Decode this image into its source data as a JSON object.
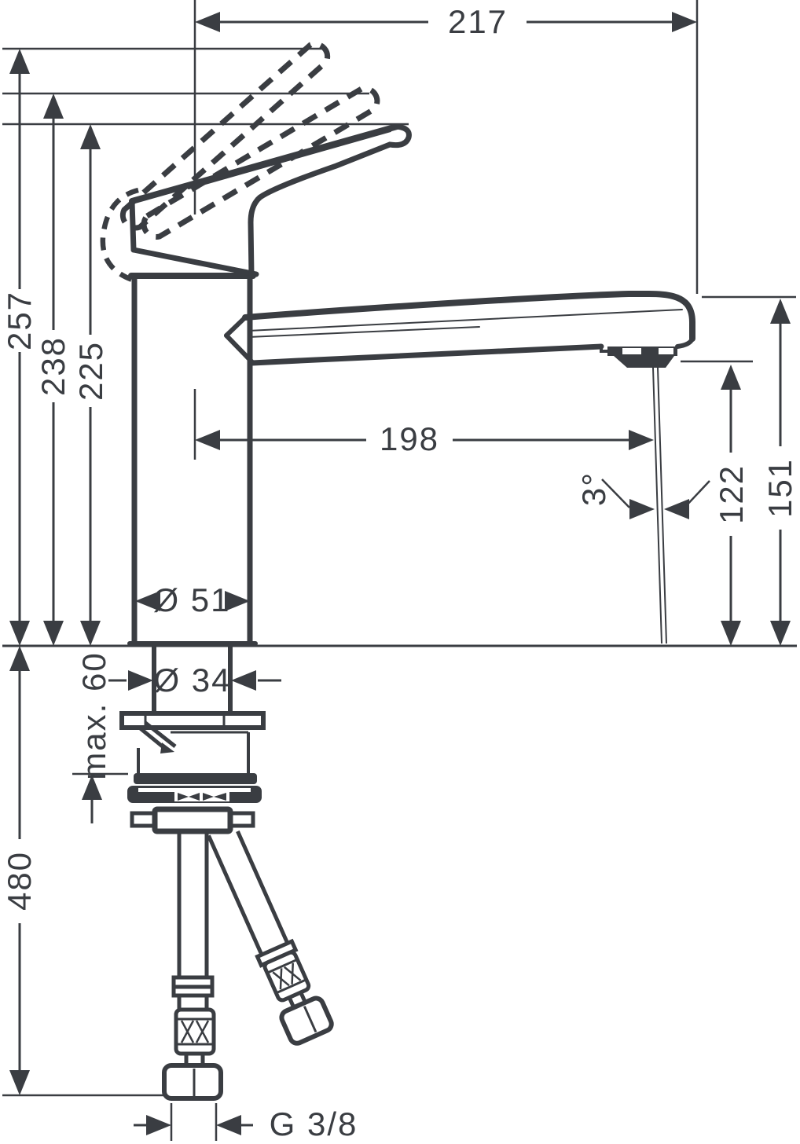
{
  "drawing_style": {
    "line_color": "#3a3d42",
    "background_color": "#ffffff"
  },
  "labels": {
    "width_overall": {
      "text": "217"
    },
    "height_handle_max": {
      "text": "257"
    },
    "height_handle_mid": {
      "text": "238"
    },
    "height_handle_closed": {
      "text": "225"
    },
    "spout_reach": {
      "text": "198"
    },
    "spray_angle": {
      "text": "3°"
    },
    "outlet_height": {
      "text": "122"
    },
    "spout_height": {
      "text": "151"
    },
    "base_diameter": {
      "text": "Ø 51"
    },
    "shank_diameter": {
      "text": "Ø 34"
    },
    "max_deck_thickness": {
      "text": "max. 60"
    },
    "hose_length": {
      "text": "480"
    },
    "connection_thread": {
      "text": "G 3/8"
    }
  }
}
